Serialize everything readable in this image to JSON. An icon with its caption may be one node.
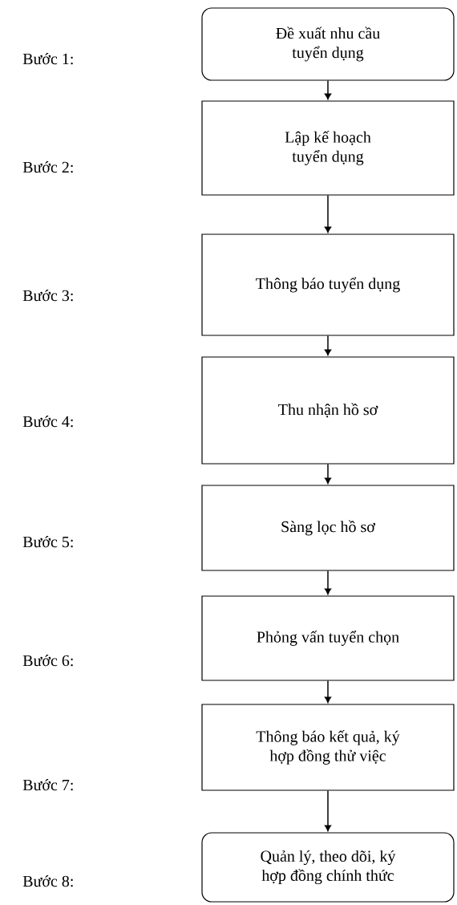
{
  "diagram": {
    "nodes": [
      {
        "text": [
          "Đề xuất nhu cầu tuyển dụng"
        ]
      },
      {
        "text": [
          "Lập kế hoạch tuyển dụng"
        ]
      },
      {
        "text": [
          "Thông báo tuyển dụng"
        ]
      },
      {
        "text": [
          "Thu nhận hồ sơ"
        ]
      },
      {
        "text": [
          "Sàng lọc hồ sơ"
        ]
      },
      {
        "text": [
          "Phỏng vấn tuyển chọn"
        ]
      },
      {
        "text": [
          "Thông báo kết quả, ký hợp đồng thử việc"
        ]
      },
      {
        "text": [
          "Quản lý, theo dõi, ký hợp đồng chính thức"
        ]
      }
    ],
    "edges": [
      {
        "from": 0,
        "to": 1,
        "arrow": "to"
      },
      {
        "from": 1,
        "to": 2,
        "arrow": "to"
      },
      {
        "from": 2,
        "to": 3,
        "arrow": "to"
      },
      {
        "from": 3,
        "to": 4,
        "arrow": "to"
      },
      {
        "from": 4,
        "to": 5,
        "arrow": "to"
      },
      {
        "from": 5,
        "to": 6,
        "arrow": "to"
      },
      {
        "from": 6,
        "to": 7,
        "arrow": "to"
      }
    ],
    "labels": [
      "Bước 1:",
      "Bước 2:",
      "Bước 3:",
      "Bước 4:",
      "Bước 5:",
      "Bước 6:",
      "Bước 7:",
      "Bước 8:"
    ]
  }
}
